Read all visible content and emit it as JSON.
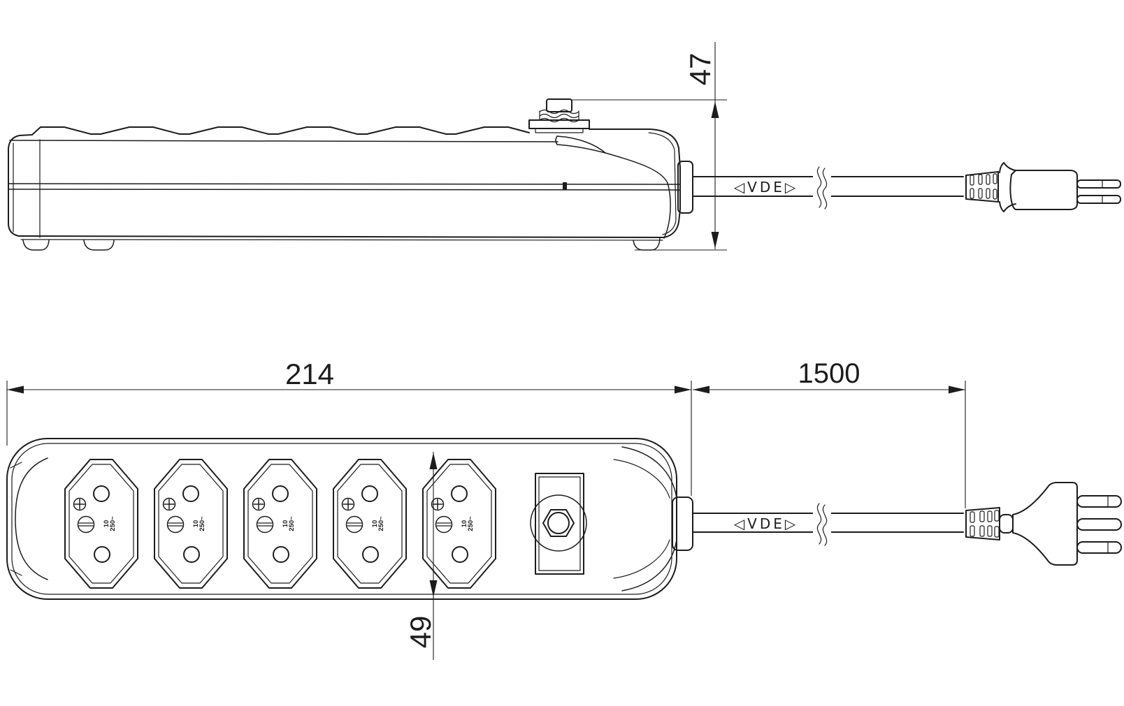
{
  "drawing": {
    "background_color": "#ffffff",
    "line_color": "#1c1c1c",
    "dimensions": {
      "strip_length": "214",
      "cable_length": "1500",
      "strip_height": "47",
      "strip_width": "49"
    },
    "cable_marking": "◁VDE▷",
    "socket_rating": {
      "current": "10",
      "voltage": "250~"
    },
    "socket_count": 5
  }
}
